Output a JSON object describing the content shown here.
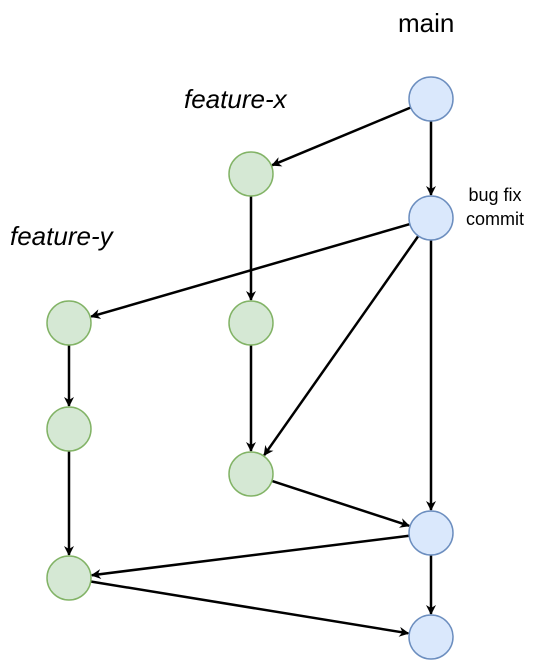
{
  "labels": {
    "main": "main",
    "feature_x": "feature-x",
    "feature_y": "feature-y",
    "bugfix_line1": "bug fix",
    "bugfix_line2": "commit"
  },
  "colors": {
    "main_fill": "#dae8fc",
    "main_stroke": "#6c8ebf",
    "feature_fill": "#d5e8d4",
    "feature_stroke": "#82b366",
    "edge": "#000000"
  },
  "nodes": [
    {
      "id": "m1",
      "branch": "main"
    },
    {
      "id": "m2",
      "branch": "main",
      "note": "bug fix commit"
    },
    {
      "id": "m3",
      "branch": "main"
    },
    {
      "id": "m4",
      "branch": "main"
    },
    {
      "id": "x1",
      "branch": "feature-x"
    },
    {
      "id": "x2",
      "branch": "feature-x"
    },
    {
      "id": "x3",
      "branch": "feature-x"
    },
    {
      "id": "y1",
      "branch": "feature-y"
    },
    {
      "id": "y2",
      "branch": "feature-y"
    },
    {
      "id": "y3",
      "branch": "feature-y"
    }
  ],
  "edges": [
    {
      "from": "m1",
      "to": "x1"
    },
    {
      "from": "m1",
      "to": "m2"
    },
    {
      "from": "x1",
      "to": "x2"
    },
    {
      "from": "m2",
      "to": "y1"
    },
    {
      "from": "m2",
      "to": "x3"
    },
    {
      "from": "m2",
      "to": "m3"
    },
    {
      "from": "x2",
      "to": "x3"
    },
    {
      "from": "y1",
      "to": "y2"
    },
    {
      "from": "y2",
      "to": "y3"
    },
    {
      "from": "x3",
      "to": "m3"
    },
    {
      "from": "m3",
      "to": "y3"
    },
    {
      "from": "m3",
      "to": "m4"
    },
    {
      "from": "y3",
      "to": "m4"
    }
  ]
}
